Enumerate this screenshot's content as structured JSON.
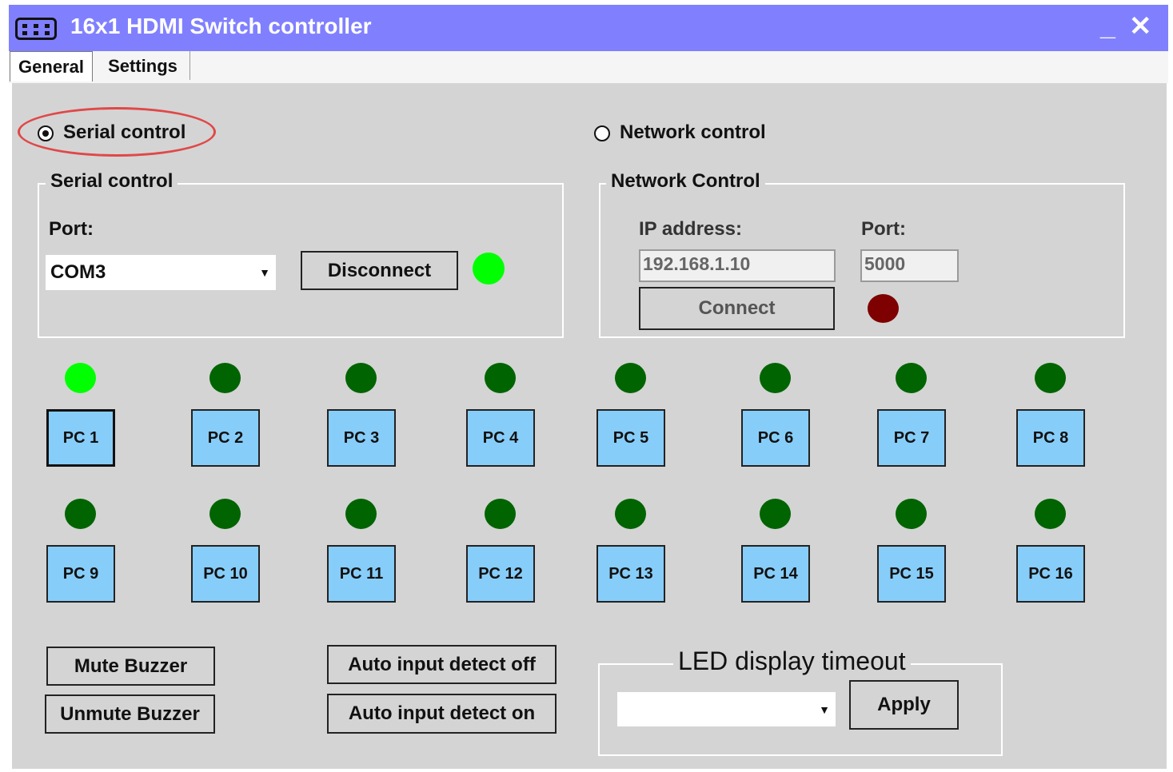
{
  "window": {
    "title": "16x1 HDMI Switch controller",
    "minimize_glyph": "_",
    "close_glyph": "✕",
    "app_icon": "keypad-icon"
  },
  "tabs": [
    {
      "label": "General",
      "selected": true
    },
    {
      "label": "Settings",
      "selected": false
    }
  ],
  "mode": {
    "serial_radio_label": "Serial control",
    "serial_selected": true,
    "network_radio_label": "Network control",
    "network_selected": false
  },
  "serial_group": {
    "legend": "Serial control",
    "port_label": "Port:",
    "port_value": "COM3",
    "disconnect_label": "Disconnect",
    "status_color": "#00ff00"
  },
  "network_group": {
    "legend": "Network Control",
    "ip_label": "IP address:",
    "ip_value": "192.168.1.10",
    "port_label": "Port:",
    "port_value": "5000",
    "connect_label": "Connect",
    "status_color": "#7f0000"
  },
  "led_colors": {
    "active": "#00ff00",
    "inactive": "#006400"
  },
  "inputs": [
    {
      "label": "PC 1",
      "active": true
    },
    {
      "label": "PC 2",
      "active": false
    },
    {
      "label": "PC 3",
      "active": false
    },
    {
      "label": "PC 4",
      "active": false
    },
    {
      "label": "PC 5",
      "active": false
    },
    {
      "label": "PC 6",
      "active": false
    },
    {
      "label": "PC 7",
      "active": false
    },
    {
      "label": "PC 8",
      "active": false
    },
    {
      "label": "PC 9",
      "active": false
    },
    {
      "label": "PC 10",
      "active": false
    },
    {
      "label": "PC 11",
      "active": false
    },
    {
      "label": "PC 12",
      "active": false
    },
    {
      "label": "PC 13",
      "active": false
    },
    {
      "label": "PC 14",
      "active": false
    },
    {
      "label": "PC 15",
      "active": false
    },
    {
      "label": "PC 16",
      "active": false
    }
  ],
  "buzzer": {
    "mute_label": "Mute Buzzer",
    "unmute_label": "Unmute Buzzer"
  },
  "auto_detect": {
    "off_label": "Auto input detect off",
    "on_label": "Auto input detect on"
  },
  "led_timeout": {
    "title": "LED display timeout",
    "selected_value": "",
    "apply_label": "Apply"
  }
}
